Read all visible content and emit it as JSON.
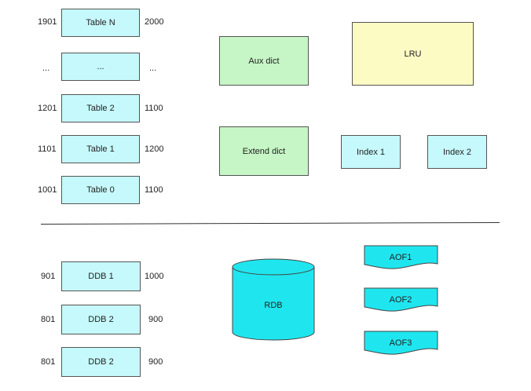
{
  "tables": [
    {
      "left": "1901",
      "label": "Table N",
      "right": "2000"
    },
    {
      "left": "...",
      "label": "...",
      "right": "..."
    },
    {
      "left": "1201",
      "label": "Table 2",
      "right": "1100"
    },
    {
      "left": "1101",
      "label": "Table 1",
      "right": "1200"
    },
    {
      "left": "1001",
      "label": "Table 0",
      "right": "1100"
    }
  ],
  "dicts": {
    "aux": "Aux dict",
    "extend": "Extend dict"
  },
  "lru": "LRU",
  "indexes": [
    "Index 1",
    "Index 2"
  ],
  "ddbs": [
    {
      "left": "901",
      "label": "DDB 1",
      "right": "1000"
    },
    {
      "left": "801",
      "label": "DDB 2",
      "right": "900"
    },
    {
      "left": "801",
      "label": "DDB 2",
      "right": "900"
    }
  ],
  "rdb": "RDB",
  "aofs": [
    "AOF1",
    "AOF2",
    "AOF3"
  ],
  "colors": {
    "cyan_light": "#c6f9fb",
    "green": "#c6f5c6",
    "yellow": "#fdfbc4",
    "cyan": "#1fe6ee"
  }
}
